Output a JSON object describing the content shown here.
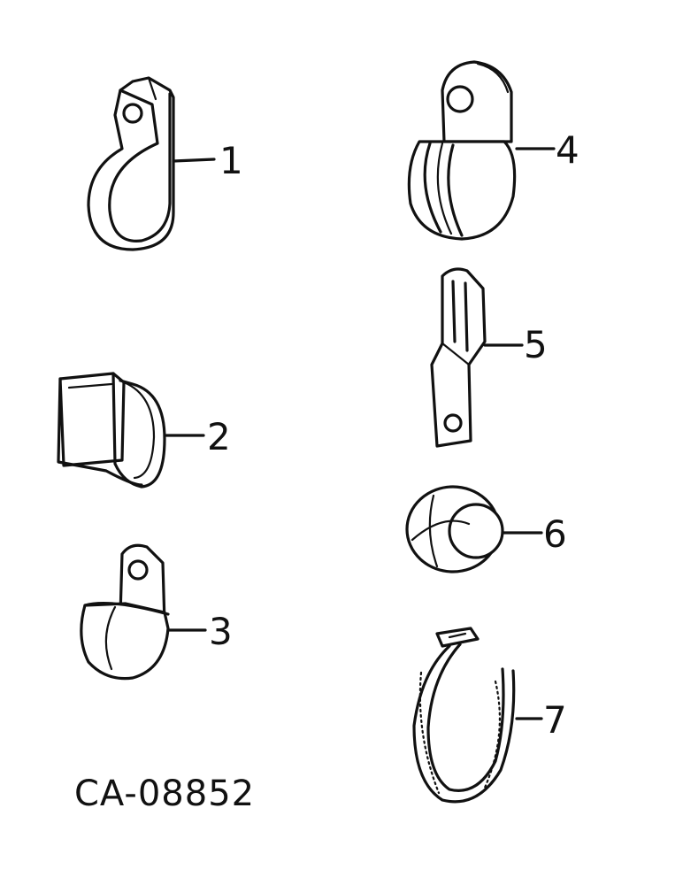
{
  "diagram": {
    "drawing_code": "CA-08852",
    "parts": [
      {
        "callout": "1",
        "icon": "p-clip-icon"
      },
      {
        "callout": "2",
        "icon": "spring-clip-icon"
      },
      {
        "callout": "3",
        "icon": "loop-clamp-icon"
      },
      {
        "callout": "4",
        "icon": "cushioned-clamp-icon"
      },
      {
        "callout": "5",
        "icon": "bracket-clip-icon"
      },
      {
        "callout": "6",
        "icon": "grommet-icon"
      },
      {
        "callout": "7",
        "icon": "cable-tie-icon"
      }
    ]
  }
}
